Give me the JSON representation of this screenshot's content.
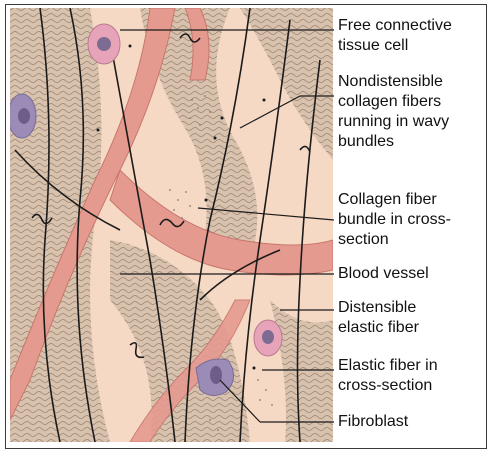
{
  "figure": {
    "labels": [
      {
        "id": "free-cell",
        "lines": [
          "Free connective",
          "tissue cell"
        ]
      },
      {
        "id": "collagen-wavy",
        "lines": [
          "Nondistensible",
          "collagen fibers",
          "running in wavy",
          "bundles"
        ]
      },
      {
        "id": "collagen-cross",
        "lines": [
          "Collagen fiber",
          "bundle in cross-",
          "section"
        ]
      },
      {
        "id": "blood-vessel",
        "lines": [
          "Blood vessel"
        ]
      },
      {
        "id": "elastic-fiber",
        "lines": [
          "Distensible",
          "elastic fiber"
        ]
      },
      {
        "id": "elastic-cross",
        "lines": [
          "Elastic fiber in",
          "cross-section"
        ]
      },
      {
        "id": "fibroblast",
        "lines": [
          "Fibroblast"
        ]
      }
    ],
    "colors": {
      "background": "#f6d9c5",
      "collagen": "#d8c2ae",
      "collagen_line": "#8f7a68",
      "vessel": "#e59a8f",
      "vessel_edge": "#c9766c",
      "elastic": "#1b1b1b",
      "cell_pink": "#e7a4b9",
      "cell_purple": "#9b8cb7",
      "nucleus": "#7e6b91"
    }
  }
}
